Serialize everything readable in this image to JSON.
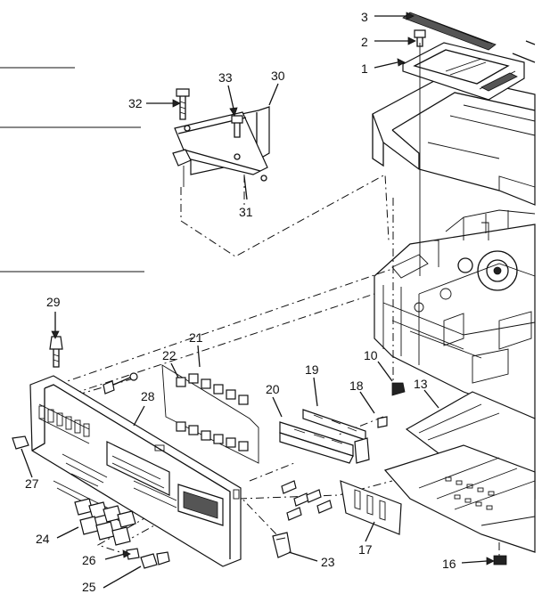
{
  "callouts": [
    {
      "id": "c1",
      "text": "1"
    },
    {
      "id": "c2",
      "text": "2"
    },
    {
      "id": "c3",
      "text": "3"
    },
    {
      "id": "c10",
      "text": "10"
    },
    {
      "id": "c13",
      "text": "13"
    },
    {
      "id": "c16",
      "text": "16"
    },
    {
      "id": "c17",
      "text": "17"
    },
    {
      "id": "c18",
      "text": "18"
    },
    {
      "id": "c19",
      "text": "19"
    },
    {
      "id": "c20",
      "text": "20"
    },
    {
      "id": "c21",
      "text": "21"
    },
    {
      "id": "c22",
      "text": "22"
    },
    {
      "id": "c23",
      "text": "23"
    },
    {
      "id": "c24",
      "text": "24"
    },
    {
      "id": "c25",
      "text": "25"
    },
    {
      "id": "c26",
      "text": "26"
    },
    {
      "id": "c27",
      "text": "27"
    },
    {
      "id": "c28",
      "text": "28"
    },
    {
      "id": "c29",
      "text": "29"
    },
    {
      "id": "c30",
      "text": "30"
    },
    {
      "id": "c31",
      "text": "31"
    },
    {
      "id": "c32",
      "text": "32"
    },
    {
      "id": "c33",
      "text": "33"
    }
  ]
}
